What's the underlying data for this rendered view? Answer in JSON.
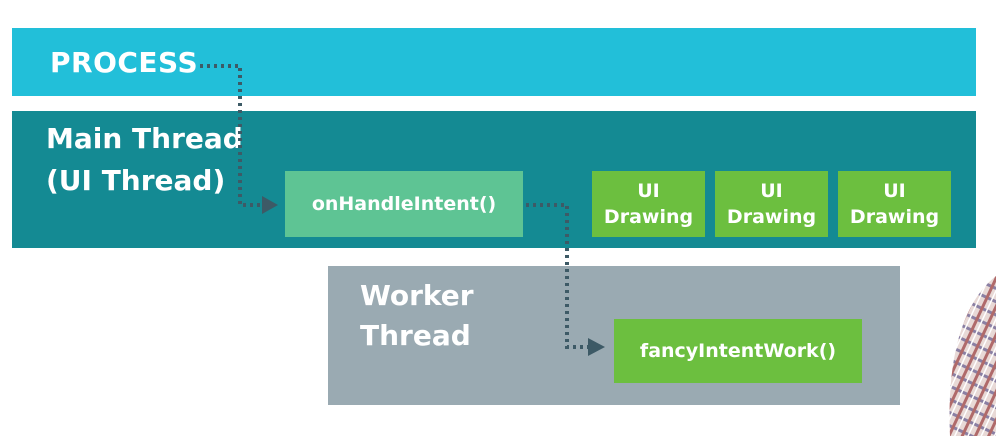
{
  "process": {
    "label": "PROCESS"
  },
  "main_thread": {
    "line1": "Main Thread",
    "line2": "(UI Thread)"
  },
  "handle_intent": {
    "label": "onHandleIntent()"
  },
  "ui_drawing": [
    {
      "line1": "UI",
      "line2": "Drawing"
    },
    {
      "line1": "UI",
      "line2": "Drawing"
    },
    {
      "line1": "UI",
      "line2": "Drawing"
    }
  ],
  "worker_thread": {
    "line1": "Worker",
    "line2": "Thread"
  },
  "fancy_work": {
    "label": "fancyIntentWork()"
  },
  "colors": {
    "process": "#22bfd9",
    "main_thread": "#148a93",
    "handle_intent": "#5ec494",
    "ui_drawing": "#6cbf3f",
    "worker_thread": "#9aaab2",
    "fancy_work": "#6cbf3f",
    "connector": "#3d5a66"
  }
}
